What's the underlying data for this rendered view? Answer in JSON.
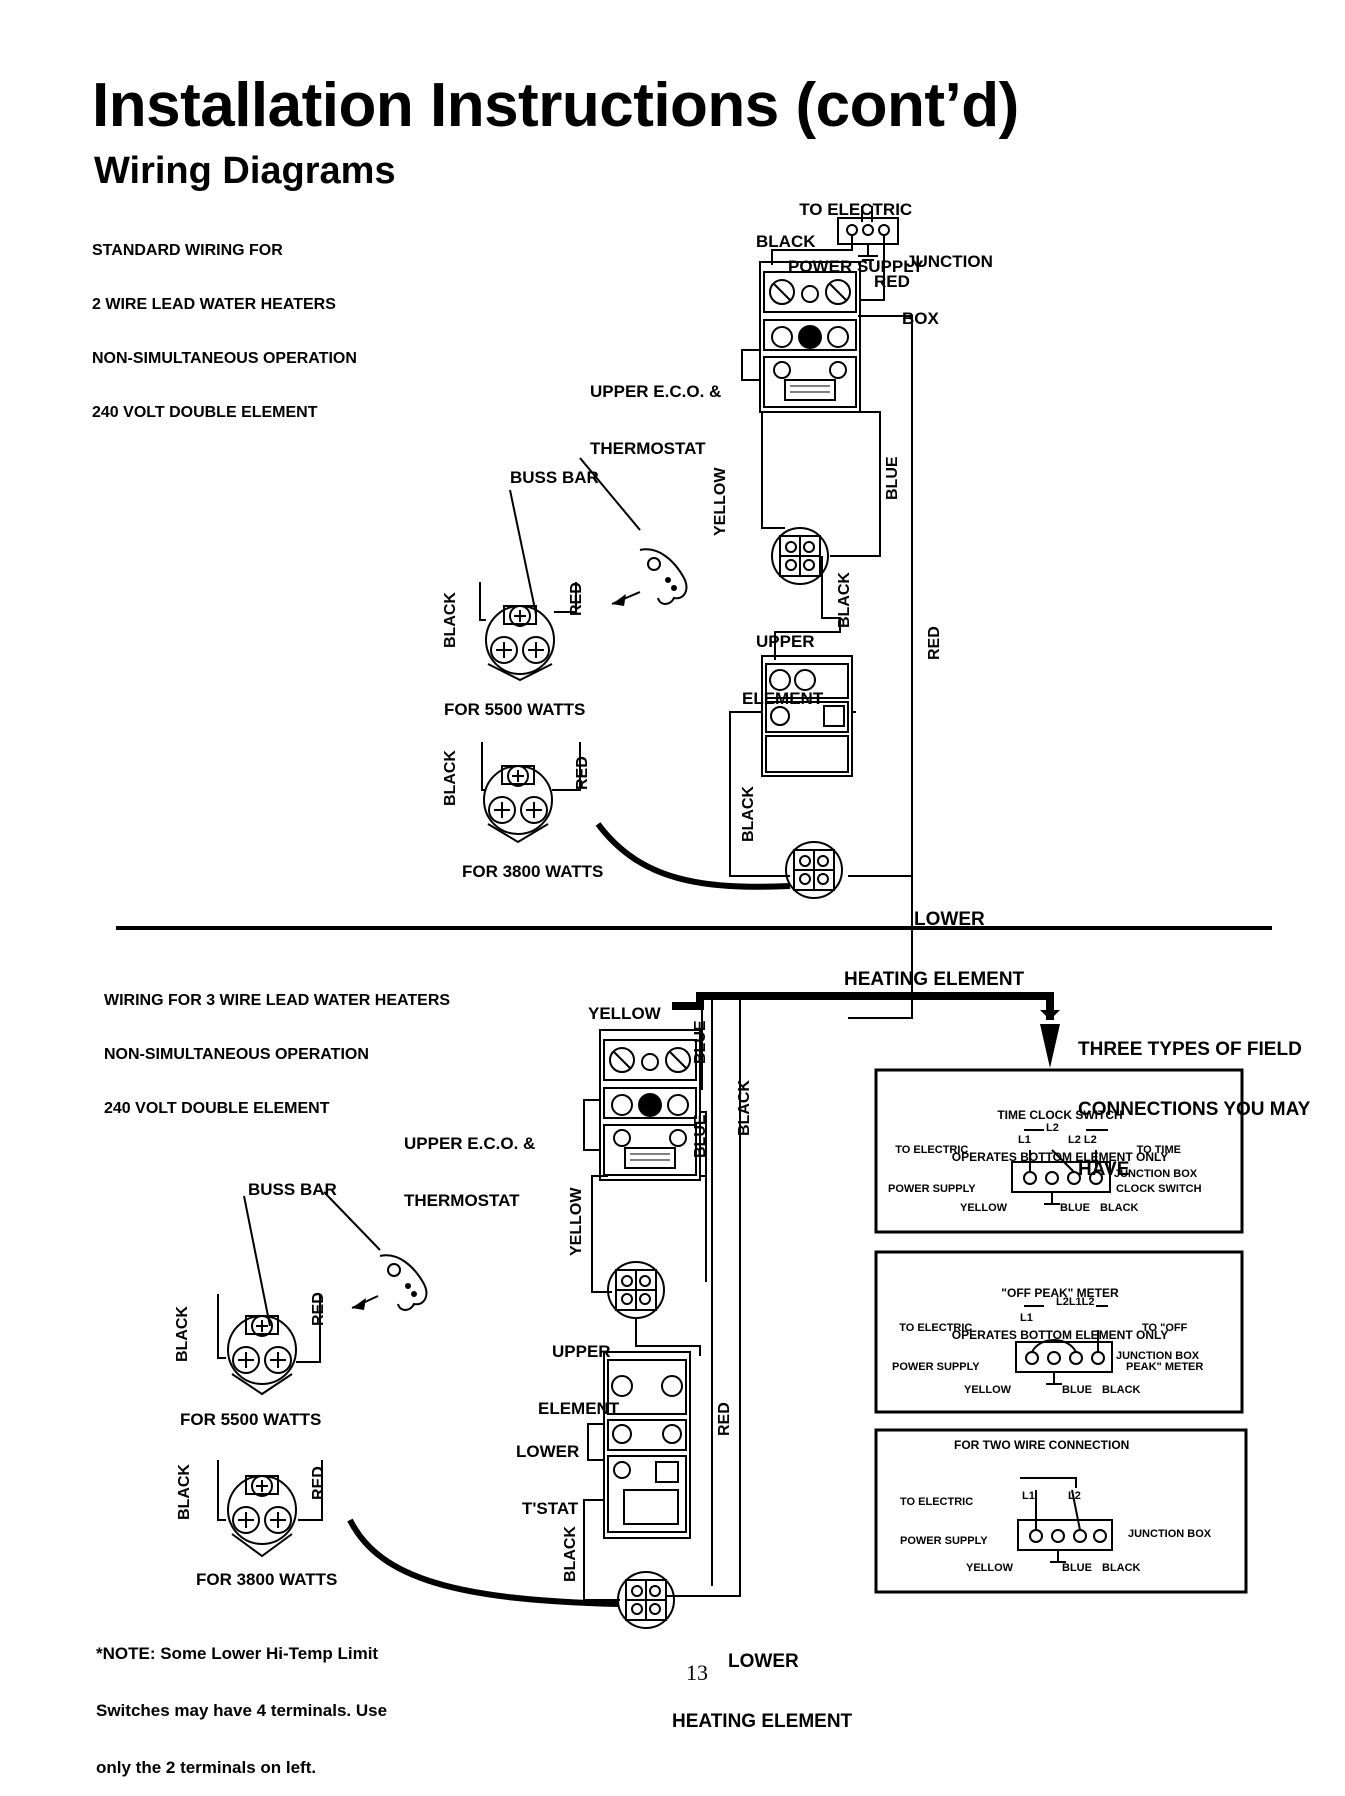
{
  "page": {
    "title": "Installation Instructions (cont’d)",
    "section_title": "Wiring Diagrams",
    "page_number": "13"
  },
  "diagram1": {
    "caption": [
      "STANDARD WIRING FOR",
      "2 WIRE LEAD WATER HEATERS",
      "NON-SIMULTANEOUS OPERATION",
      "240 VOLT DOUBLE ELEMENT"
    ],
    "power_supply": [
      "TO ELECTRIC",
      "POWER SUPPLY"
    ],
    "junction_box": [
      "JUNCTION",
      "BOX"
    ],
    "black": "BLACK",
    "red": "RED",
    "upper_eco": [
      "UPPER E.C.O. &",
      "THERMOSTAT"
    ],
    "buss_bar": "BUSS BAR",
    "yellow": "YELLOW",
    "blue": "BLUE",
    "upper_element": [
      "UPPER",
      "ELEMENT"
    ],
    "for_5500": "FOR 5500 WATTS",
    "for_3800": "FOR 3800 WATTS",
    "lower_element": [
      "LOWER",
      "HEATING ELEMENT"
    ]
  },
  "diagram2": {
    "caption": [
      "WIRING FOR 3 WIRE LEAD WATER HEATERS",
      "NON-SIMULTANEOUS OPERATION",
      "240 VOLT DOUBLE ELEMENT"
    ],
    "yellow": "YELLOW",
    "blue": "BLUE",
    "black": "BLACK",
    "red": "RED",
    "upper_eco": [
      "UPPER E.C.O. &",
      "THERMOSTAT"
    ],
    "buss_bar": "BUSS BAR",
    "upper_element": [
      "UPPER",
      "ELEMENT"
    ],
    "lower_tstat": [
      "LOWER",
      "T'STAT"
    ],
    "for_5500": "FOR 5500 WATTS",
    "for_3800": "FOR 3800 WATTS",
    "lower_element": [
      "LOWER",
      "HEATING ELEMENT"
    ],
    "field_connections": [
      "THREE TYPES OF FIELD",
      "CONNECTIONS YOU MAY",
      "HAVE"
    ],
    "note": [
      "*NOTE: Some Lower Hi-Temp Limit",
      "Switches may have 4 terminals. Use",
      "only the 2 terminals on left."
    ]
  },
  "boxes": {
    "time_clock": {
      "title": [
        "TIME CLOCK SWITCH",
        "OPERATES BOTTOM ELEMENT ONLY"
      ],
      "left": [
        "TO ELECTRIC",
        "POWER SUPPLY"
      ],
      "right": [
        "TO TIME",
        "CLOCK SWITCH"
      ],
      "l1": "L1",
      "l2": "L2",
      "l2l2": "L2 L2",
      "junction": "JUNCTION BOX",
      "yellow": "YELLOW",
      "blue": "BLUE",
      "black": "BLACK"
    },
    "off_peak": {
      "title": [
        "\"OFF PEAK\" METER",
        "OPERATES BOTTOM ELEMENT ONLY"
      ],
      "left": [
        "TO ELECTRIC",
        "POWER SUPPLY"
      ],
      "right": [
        "TO \"OFF",
        "PEAK\" METER"
      ],
      "l1": "L1",
      "l2l1l2": "L2L1L2",
      "junction": "JUNCTION BOX",
      "yellow": "YELLOW",
      "blue": "BLUE",
      "black": "BLACK"
    },
    "two_wire": {
      "title": "FOR TWO WIRE CONNECTION",
      "left": [
        "TO ELECTRIC",
        "POWER SUPPLY"
      ],
      "l1": "L1",
      "l2": "L2",
      "junction": "JUNCTION BOX",
      "yellow": "YELLOW",
      "blue": "BLUE",
      "black": "BLACK"
    }
  }
}
